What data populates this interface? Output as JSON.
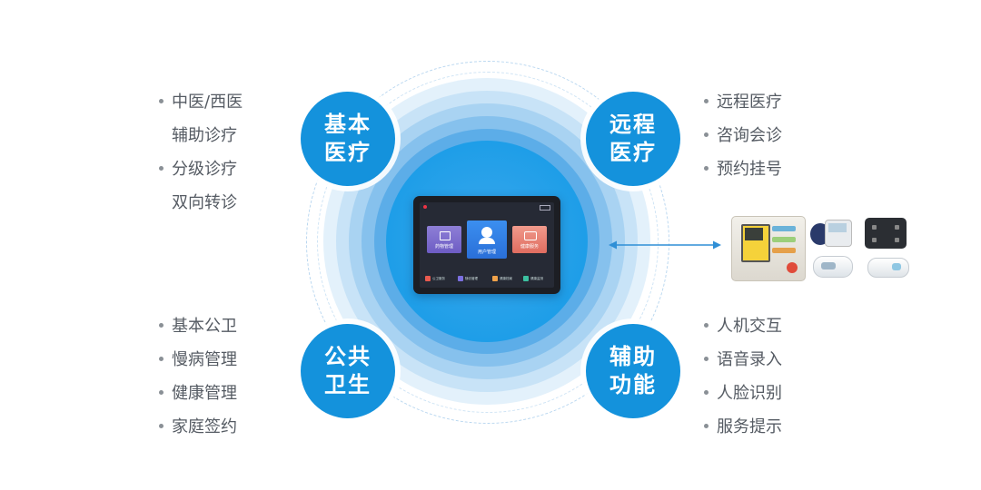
{
  "badges": {
    "basic": [
      "基本",
      "医疗"
    ],
    "remote": [
      "远程",
      "医疗"
    ],
    "public": [
      "公共",
      "卫生"
    ],
    "assist": [
      "辅助",
      "功能"
    ]
  },
  "lists": {
    "basic": [
      "中医/西医",
      "辅助诊疗",
      "分级诊疗",
      "双向转诊"
    ],
    "remote": [
      "远程医疗",
      "咨询会诊",
      "预约挂号"
    ],
    "public": [
      "基本公卫",
      "慢病管理",
      "健康管理",
      "家庭签约"
    ],
    "assist": [
      "人机交互",
      "语音录入",
      "人脸识别",
      "服务提示"
    ]
  },
  "tablet": {
    "tiles": [
      "药物管理",
      "用户管理",
      "健康服务"
    ],
    "bottom": [
      "公卫服务",
      "随访管理",
      "健康档案",
      "健康监测"
    ]
  },
  "colors": {
    "badge": "#1492dc",
    "ring_core": "#1e9ee8",
    "text": "#555b63",
    "arrow": "#2f8fd6"
  }
}
